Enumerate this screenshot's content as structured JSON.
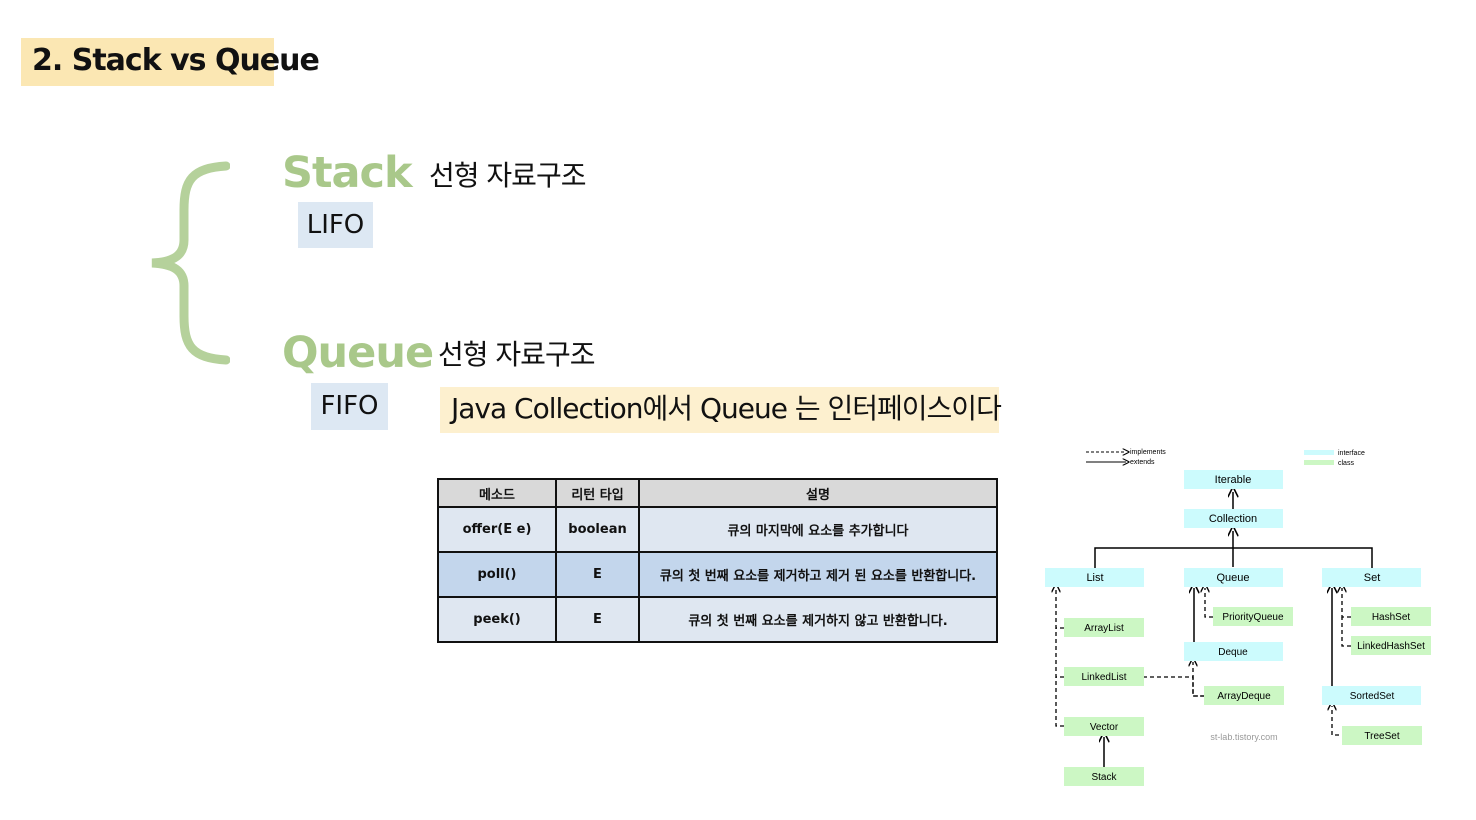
{
  "title": "2. Stack vs Queue",
  "stack": {
    "name": "Stack",
    "desc": "선형 자료구조",
    "tag": "LIFO"
  },
  "queue": {
    "name": "Queue",
    "desc": "선형 자료구조",
    "tag": "FIFO",
    "note": "Java Collection에서 Queue 는 인터페이스이다"
  },
  "table": {
    "headers": [
      "메소드",
      "리턴 타입",
      "설명"
    ],
    "rows": [
      [
        "offer(E e)",
        "boolean",
        "큐의 마지막에 요소를 추가합니다"
      ],
      [
        "poll()",
        "E",
        "큐의 첫 번째 요소를 제거하고 제거 된 요소를 반환합니다."
      ],
      [
        "peek()",
        "E",
        "큐의 첫 번째 요소를 제거하지 않고 반환합니다."
      ]
    ]
  },
  "diagram": {
    "legend": {
      "implements": "implements",
      "extends": "extends",
      "interface": "interface",
      "class": "class"
    },
    "nodes": {
      "iterable": "Iterable",
      "collection": "Collection",
      "list": "List",
      "queue": "Queue",
      "set": "Set",
      "arraylist": "ArrayList",
      "linkedlist": "LinkedList",
      "vector": "Vector",
      "stack": "Stack",
      "priorityqueue": "PriorityQueue",
      "deque": "Deque",
      "arraydeque": "ArrayDeque",
      "hashset": "HashSet",
      "linkedhashset": "LinkedHashSet",
      "sortedset": "SortedSet",
      "treeset": "TreeSet"
    },
    "watermark": "st-lab.tistory.com",
    "colors": {
      "interface": "#ccfbfd",
      "class": "#ccf7c4"
    }
  },
  "colors": {
    "title_bg": "#fbe7b3",
    "green": "#a9c88a",
    "tag_bg": "#dde8f3",
    "note_bg": "#fdf0cf"
  }
}
